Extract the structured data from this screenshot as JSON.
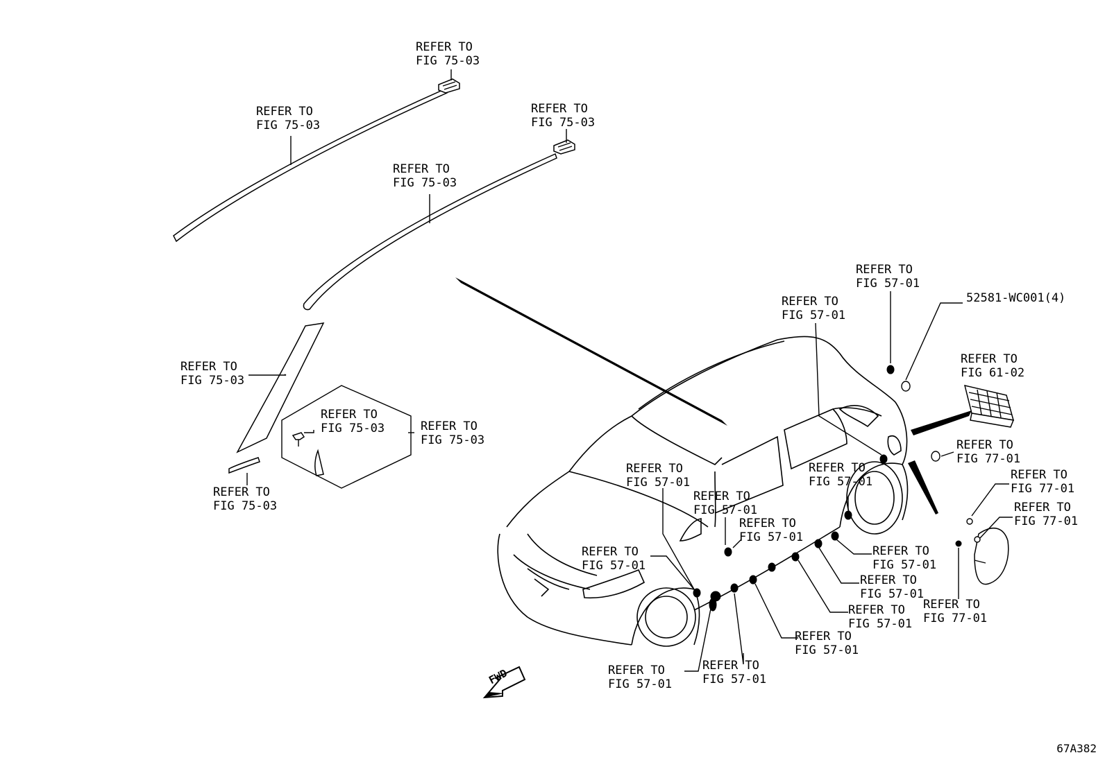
{
  "callouts": [
    {
      "id": "roof-rail-clip-l",
      "line1": "REFER TO",
      "line2": "FIG 75-03"
    },
    {
      "id": "roof-molding-l",
      "line1": "REFER TO",
      "line2": "FIG 75-03"
    },
    {
      "id": "roof-rail-clip-r",
      "line1": "REFER TO",
      "line2": "FIG 75-03"
    },
    {
      "id": "roof-molding-r",
      "line1": "REFER TO",
      "line2": "FIG 75-03"
    },
    {
      "id": "pillar-molding",
      "line1": "REFER TO",
      "line2": "FIG 75-03"
    },
    {
      "id": "detail-clip",
      "line1": "REFER TO",
      "line2": "FIG 75-03"
    },
    {
      "id": "detail-garnish",
      "line1": "REFER TO",
      "line2": "FIG 75-03"
    },
    {
      "id": "pillar-lower",
      "line1": "REFER TO",
      "line2": "FIG 75-03"
    },
    {
      "id": "rear-plug-top",
      "line1": "REFER TO",
      "line2": "FIG 57-01"
    },
    {
      "id": "rear-pillar-plug",
      "line1": "REFER TO",
      "line2": "FIG 57-01"
    },
    {
      "id": "rear-vent",
      "line1": "REFER TO",
      "line2": "FIG 61-02"
    },
    {
      "id": "rear-plug-mid",
      "line1": "REFER TO",
      "line2": "FIG 77-01"
    },
    {
      "id": "fuel-clip",
      "line1": "REFER TO",
      "line2": "FIG 77-01"
    },
    {
      "id": "fuel-lid",
      "line1": "REFER TO",
      "line2": "FIG 77-01"
    },
    {
      "id": "fuel-hinge",
      "line1": "REFER TO",
      "line2": "FIG 77-01"
    },
    {
      "id": "a-pillar-plug",
      "line1": "REFER TO",
      "line2": "FIG 57-01"
    },
    {
      "id": "door-plug-front",
      "line1": "REFER TO",
      "line2": "FIG 57-01"
    },
    {
      "id": "door-plug-rear",
      "line1": "REFER TO",
      "line2": "FIG 57-01"
    },
    {
      "id": "sill-plug-1",
      "line1": "REFER TO",
      "line2": "FIG 57-01"
    },
    {
      "id": "sill-plug-2",
      "line1": "REFER TO",
      "line2": "FIG 57-01"
    },
    {
      "id": "sill-plug-3",
      "line1": "REFER TO",
      "line2": "FIG 57-01"
    },
    {
      "id": "sill-plug-4",
      "line1": "REFER TO",
      "line2": "FIG 57-01"
    },
    {
      "id": "sill-plug-5",
      "line1": "REFER TO",
      "line2": "FIG 57-01"
    },
    {
      "id": "fender-plug",
      "line1": "REFER TO",
      "line2": "FIG 57-01"
    },
    {
      "id": "front-sill-plug",
      "line1": "REFER TO",
      "line2": "FIG 57-01"
    },
    {
      "id": "lower-sill-plug",
      "line1": "REFER TO",
      "line2": "FIG 57-01"
    }
  ],
  "part_number": "52581-WC001(4)",
  "fwd_label": "FWD",
  "figure_code": "67A382"
}
